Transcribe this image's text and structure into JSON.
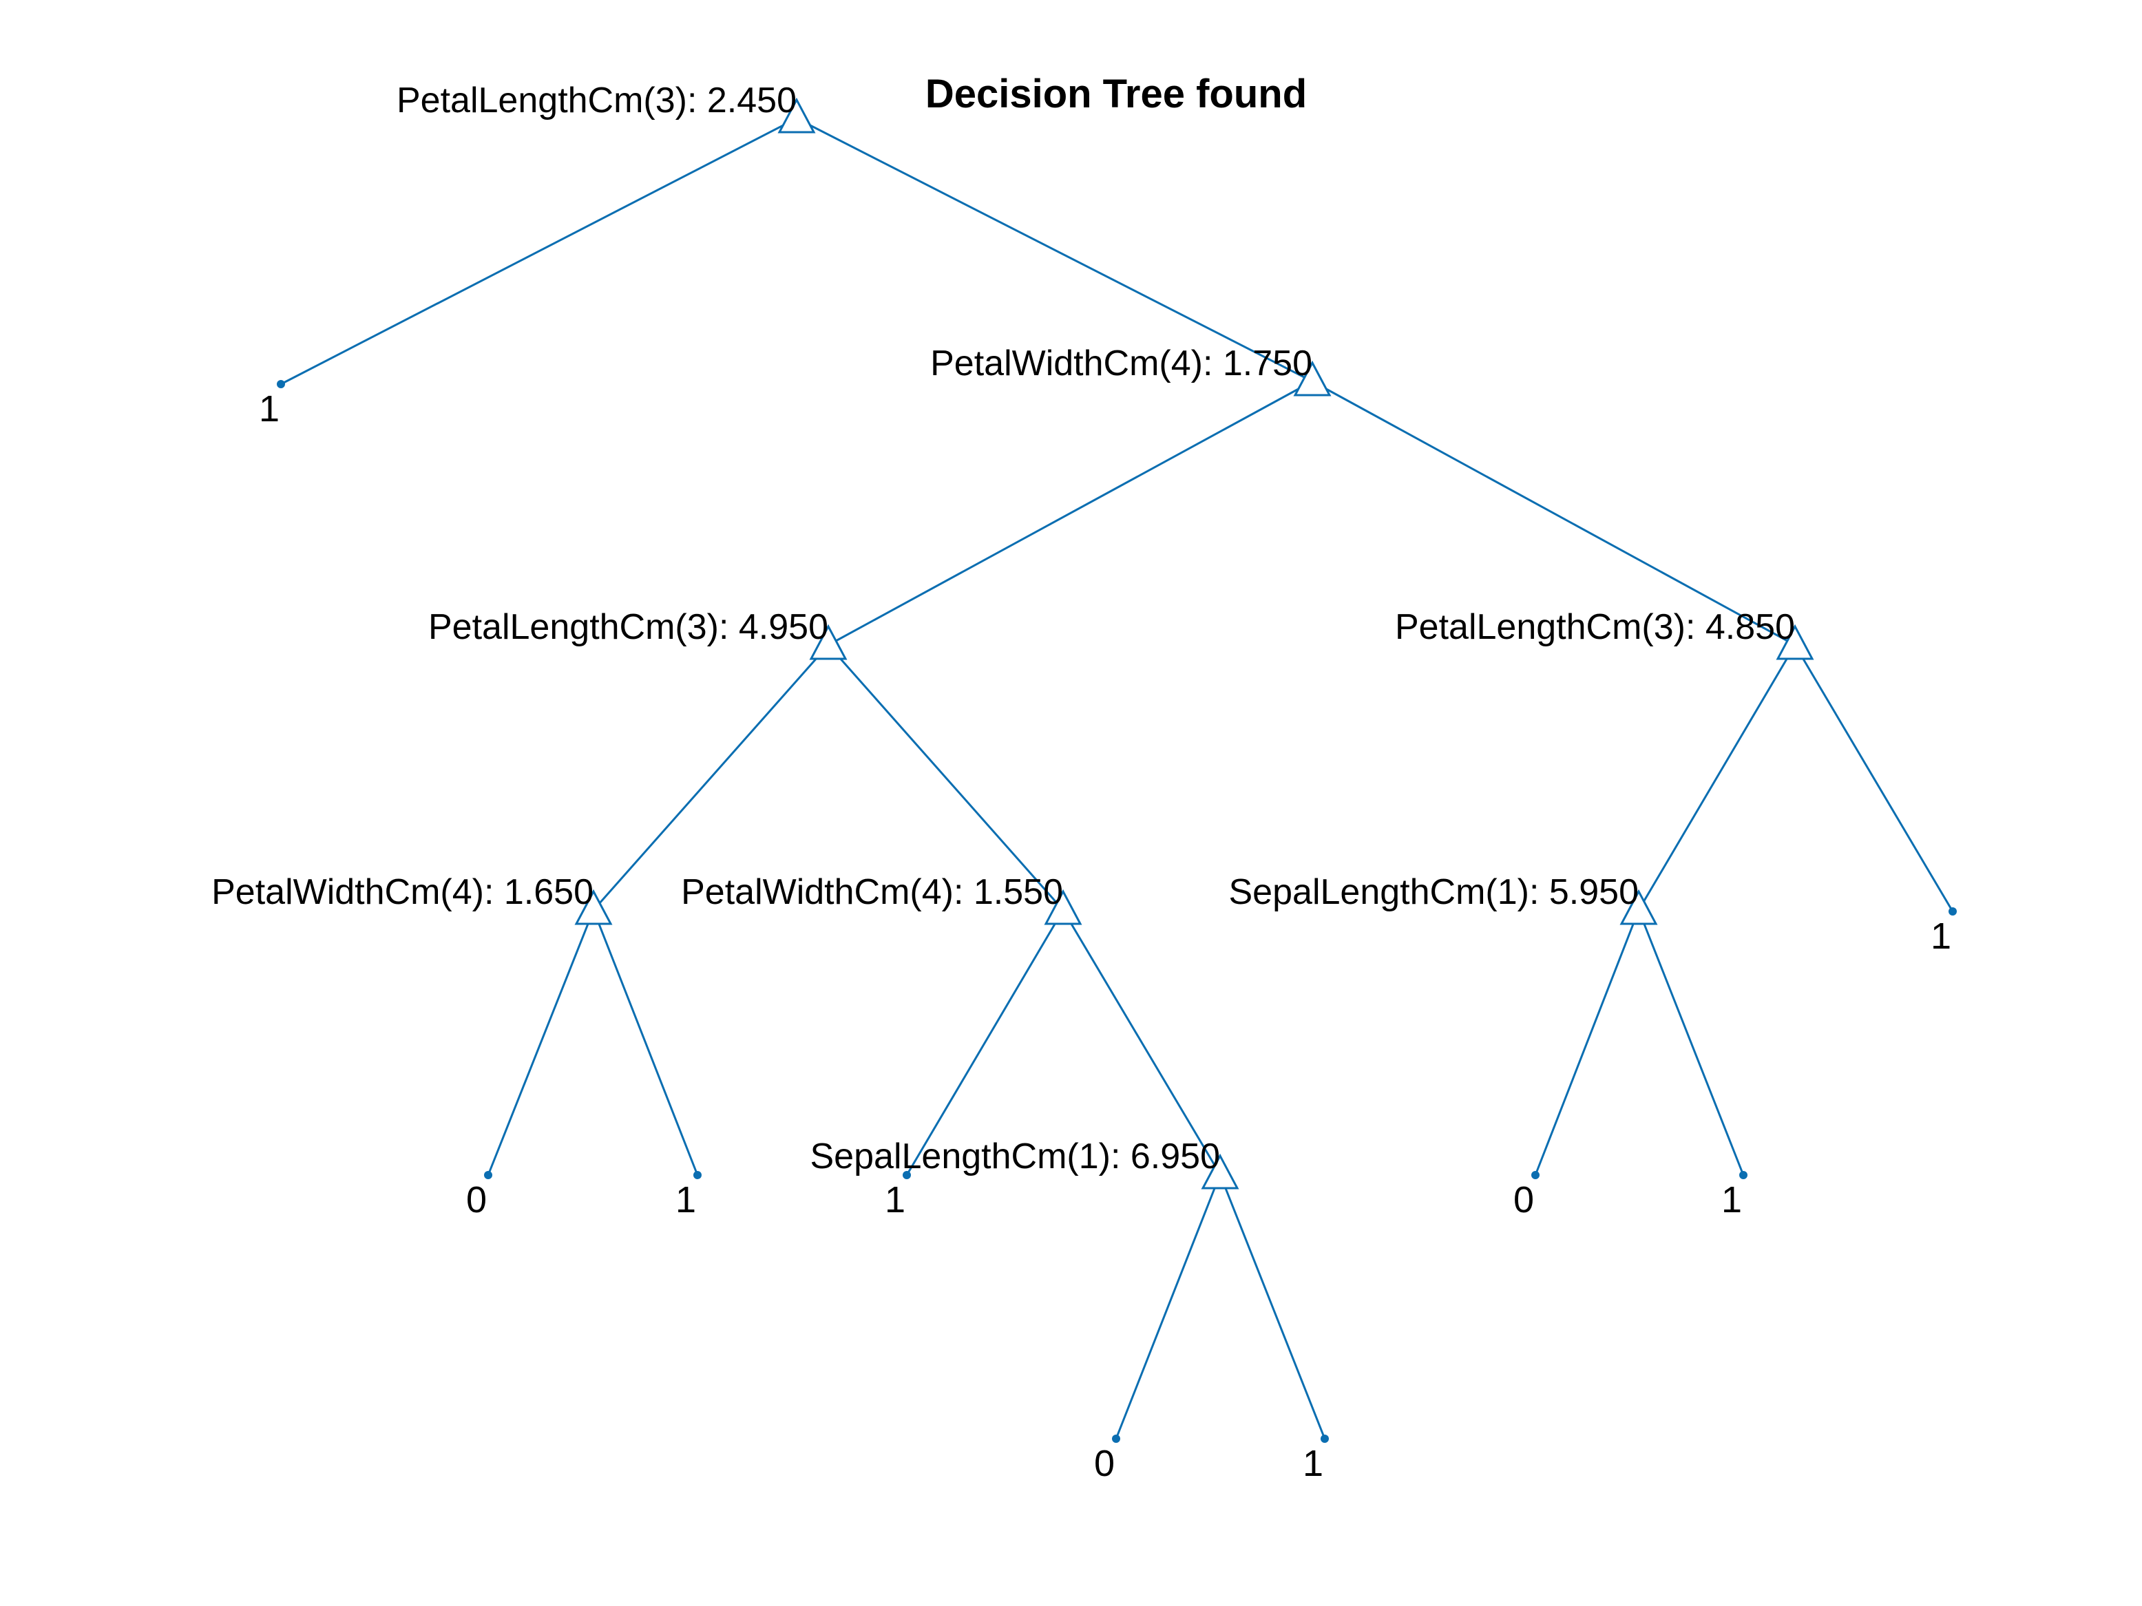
{
  "title": "Decision Tree found",
  "colors": {
    "line": "#0b6eb1",
    "text": "#000000",
    "background": "#ffffff"
  },
  "nodes": [
    {
      "id": "n1",
      "kind": "split",
      "label": "PetalLengthCm(3): 2.450"
    },
    {
      "id": "n2",
      "kind": "leaf",
      "label": "1"
    },
    {
      "id": "n3",
      "kind": "split",
      "label": "PetalWidthCm(4): 1.750"
    },
    {
      "id": "n4",
      "kind": "split",
      "label": "PetalLengthCm(3): 4.950"
    },
    {
      "id": "n5",
      "kind": "split",
      "label": "PetalLengthCm(3): 4.850"
    },
    {
      "id": "n6",
      "kind": "split",
      "label": "PetalWidthCm(4): 1.650"
    },
    {
      "id": "n7",
      "kind": "split",
      "label": "PetalWidthCm(4): 1.550"
    },
    {
      "id": "n8",
      "kind": "split",
      "label": "SepalLengthCm(1): 5.950"
    },
    {
      "id": "n9",
      "kind": "leaf",
      "label": "1"
    },
    {
      "id": "n10",
      "kind": "leaf",
      "label": "0"
    },
    {
      "id": "n11",
      "kind": "leaf",
      "label": "1"
    },
    {
      "id": "n12",
      "kind": "leaf",
      "label": "1"
    },
    {
      "id": "n13",
      "kind": "split",
      "label": "SepalLengthCm(1): 6.950"
    },
    {
      "id": "n14",
      "kind": "leaf",
      "label": "0"
    },
    {
      "id": "n15",
      "kind": "leaf",
      "label": "1"
    },
    {
      "id": "n16",
      "kind": "leaf",
      "label": "0"
    },
    {
      "id": "n17",
      "kind": "leaf",
      "label": "1"
    }
  ],
  "edges": [
    [
      "n1",
      "n2"
    ],
    [
      "n1",
      "n3"
    ],
    [
      "n3",
      "n4"
    ],
    [
      "n3",
      "n5"
    ],
    [
      "n4",
      "n6"
    ],
    [
      "n4",
      "n7"
    ],
    [
      "n5",
      "n8"
    ],
    [
      "n5",
      "n9"
    ],
    [
      "n6",
      "n10"
    ],
    [
      "n6",
      "n11"
    ],
    [
      "n7",
      "n12"
    ],
    [
      "n7",
      "n13"
    ],
    [
      "n8",
      "n14"
    ],
    [
      "n8",
      "n15"
    ],
    [
      "n13",
      "n16"
    ],
    [
      "n13",
      "n17"
    ]
  ]
}
